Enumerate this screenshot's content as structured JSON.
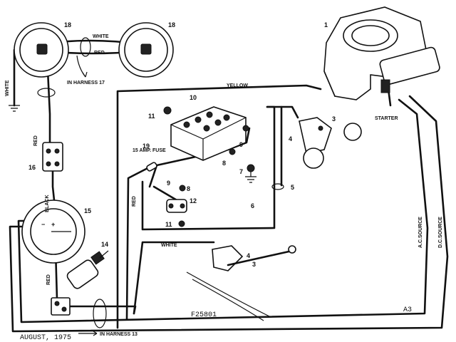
{
  "wire_labels": {
    "white_top": "WHITE",
    "red_top": "RED",
    "in_harness_17": "IN HARNESS 17",
    "white_left": "WHITE",
    "yellow": "YELLOW",
    "red_left": "RED",
    "black": "BLACK",
    "red_mid": "RED",
    "white_bottom": "WHITE",
    "red_bottom": "RED",
    "ac_source": "A.C.SOURCE",
    "dc_source": "D.C.SOURCE",
    "starter": "STARTER",
    "fuse": "15 AMP. FUSE",
    "in_harness_13": "IN HARNESS 13"
  },
  "callouts": {
    "c1": "1",
    "c3a": "3",
    "c4a": "4",
    "c3b": "3",
    "c4b": "4",
    "c5": "5",
    "c6": "6",
    "c7": "7",
    "c8a": "8",
    "c8b": "8",
    "c9a": "9",
    "c9b": "9",
    "c10": "10",
    "c11a": "11",
    "c11b": "11",
    "c12": "12",
    "c14": "14",
    "c15": "15",
    "c16": "16",
    "c18a": "18",
    "c18b": "18",
    "c19": "19"
  },
  "drawing_number": "F25801",
  "sheet_id": "A3",
  "date": "AUGUST, 1975",
  "colors": {
    "ink": "#111111",
    "paper": "#ffffff"
  }
}
